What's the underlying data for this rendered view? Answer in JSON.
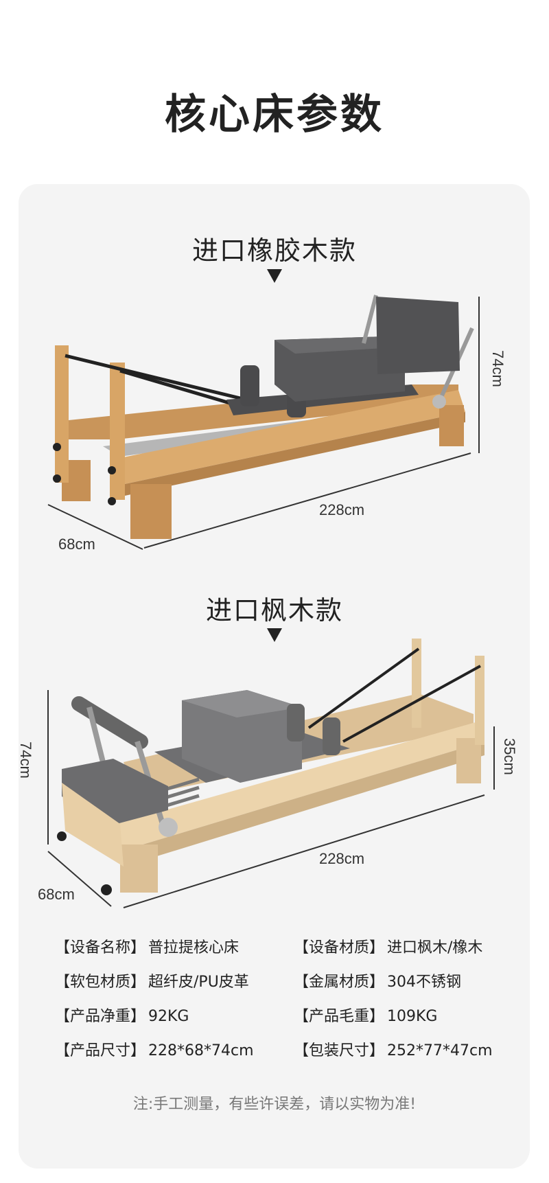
{
  "page_title": "核心床参数",
  "models": [
    {
      "title": "进口橡胶木款",
      "dims": {
        "length": "228cm",
        "width": "68cm",
        "height": "74cm"
      }
    },
    {
      "title": "进口枫木款",
      "dims": {
        "length": "228cm",
        "width": "68cm",
        "height": "74cm",
        "seat_height": "35cm"
      }
    }
  ],
  "specs": [
    {
      "key": "【设备名称】",
      "value": "普拉提核心床"
    },
    {
      "key": "【设备材质】",
      "value": "进口枫木/橡木"
    },
    {
      "key": "【软包材质】",
      "value": "超纤皮/PU皮革"
    },
    {
      "key": "【金属材质】",
      "value": "304不锈钢"
    },
    {
      "key": "【产品净重】",
      "value": "92KG"
    },
    {
      "key": "【产品毛重】",
      "value": "109KG"
    },
    {
      "key": "【产品尺寸】",
      "value": "228*68*74cm"
    },
    {
      "key": "【包装尺寸】",
      "value": "252*77*47cm"
    }
  ],
  "note": "注:手工测量，有些许误差，请以实物为准!",
  "colors": {
    "card_bg": "#f4f4f4",
    "rubberwood": "#d9a86a",
    "maple": "#e8cfa6",
    "cushion": "#5a5a5c",
    "cushion_light": "#8a8a8c",
    "metal": "#a8a8a8"
  }
}
